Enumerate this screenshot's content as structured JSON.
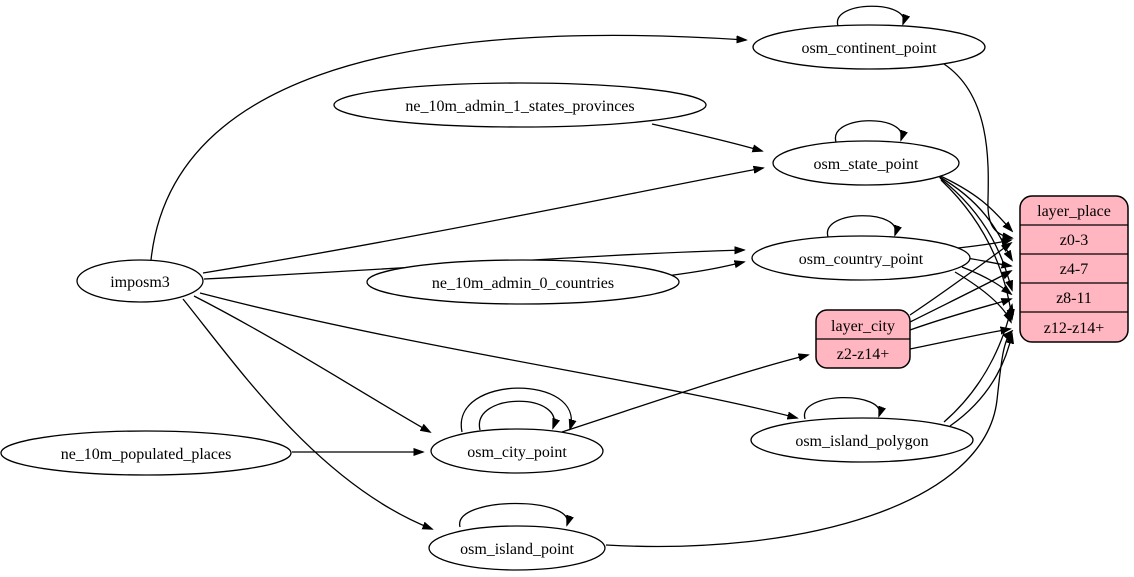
{
  "diagram": {
    "kind": "etl-graph",
    "colors": {
      "background": "#ffffff",
      "edge": "#000000",
      "table_fill": "#ffffff",
      "layer_fill": "#ffb6c1",
      "text": "#000000"
    },
    "nodes": {
      "imposm3": {
        "label": "imposm3",
        "shape": "ellipse"
      },
      "ne_10m_admin_1_states_provinces": {
        "label": "ne_10m_admin_1_states_provinces",
        "shape": "ellipse"
      },
      "ne_10m_admin_0_countries": {
        "label": "ne_10m_admin_0_countries",
        "shape": "ellipse"
      },
      "ne_10m_populated_places": {
        "label": "ne_10m_populated_places",
        "shape": "ellipse"
      },
      "osm_continent_point": {
        "label": "osm_continent_point",
        "shape": "ellipse"
      },
      "osm_state_point": {
        "label": "osm_state_point",
        "shape": "ellipse"
      },
      "osm_country_point": {
        "label": "osm_country_point",
        "shape": "ellipse"
      },
      "osm_city_point": {
        "label": "osm_city_point",
        "shape": "ellipse"
      },
      "osm_island_polygon": {
        "label": "osm_island_polygon",
        "shape": "ellipse"
      },
      "osm_island_point": {
        "label": "osm_island_point",
        "shape": "ellipse"
      },
      "layer_city": {
        "label": "layer_city",
        "shape": "record",
        "rows": [
          "z2-z14+"
        ]
      },
      "layer_place": {
        "label": "layer_place",
        "shape": "record",
        "rows": [
          "z0-3",
          "z4-7",
          "z8-11",
          "z12-z14+"
        ]
      }
    },
    "edges": [
      {
        "from": "imposm3",
        "to": "osm_continent_point"
      },
      {
        "from": "imposm3",
        "to": "osm_state_point"
      },
      {
        "from": "imposm3",
        "to": "osm_country_point"
      },
      {
        "from": "imposm3",
        "to": "osm_city_point"
      },
      {
        "from": "imposm3",
        "to": "osm_island_polygon"
      },
      {
        "from": "imposm3",
        "to": "osm_island_point"
      },
      {
        "from": "ne_10m_admin_1_states_provinces",
        "to": "osm_state_point"
      },
      {
        "from": "ne_10m_admin_0_countries",
        "to": "osm_country_point"
      },
      {
        "from": "ne_10m_populated_places",
        "to": "osm_city_point"
      },
      {
        "from": "osm_continent_point",
        "to": "osm_continent_point",
        "self_loop": true
      },
      {
        "from": "osm_state_point",
        "to": "osm_state_point",
        "self_loop": true
      },
      {
        "from": "osm_country_point",
        "to": "osm_country_point",
        "self_loop": true
      },
      {
        "from": "osm_city_point",
        "to": "osm_city_point",
        "self_loop": true
      },
      {
        "from": "osm_city_point",
        "to": "osm_city_point",
        "self_loop": true
      },
      {
        "from": "osm_island_polygon",
        "to": "osm_island_polygon",
        "self_loop": true
      },
      {
        "from": "osm_island_point",
        "to": "osm_island_point",
        "self_loop": true
      },
      {
        "from": "osm_continent_point",
        "to": "layer_place",
        "port": "z0-3"
      },
      {
        "from": "osm_state_point",
        "to": "layer_place",
        "port": "z0-3"
      },
      {
        "from": "osm_state_point",
        "to": "layer_place",
        "port": "z4-7"
      },
      {
        "from": "osm_state_point",
        "to": "layer_place",
        "port": "z8-11"
      },
      {
        "from": "osm_state_point",
        "to": "layer_place",
        "port": "z12-z14+"
      },
      {
        "from": "osm_country_point",
        "to": "layer_place",
        "port": "z0-3"
      },
      {
        "from": "osm_country_point",
        "to": "layer_place",
        "port": "z4-7"
      },
      {
        "from": "osm_country_point",
        "to": "layer_place",
        "port": "z8-11"
      },
      {
        "from": "osm_country_point",
        "to": "layer_place",
        "port": "z12-z14+"
      },
      {
        "from": "osm_city_point",
        "to": "layer_city",
        "port": "z2-z14+"
      },
      {
        "from": "layer_city",
        "to": "layer_place",
        "port": "z0-3"
      },
      {
        "from": "layer_city",
        "to": "layer_place",
        "port": "z4-7"
      },
      {
        "from": "layer_city",
        "to": "layer_place",
        "port": "z8-11"
      },
      {
        "from": "layer_city",
        "to": "layer_place",
        "port": "z12-z14+"
      },
      {
        "from": "osm_island_polygon",
        "to": "layer_place",
        "port": "z8-11"
      },
      {
        "from": "osm_island_polygon",
        "to": "layer_place",
        "port": "z12-z14+"
      },
      {
        "from": "osm_island_point",
        "to": "layer_place",
        "port": "z12-z14+"
      }
    ]
  }
}
